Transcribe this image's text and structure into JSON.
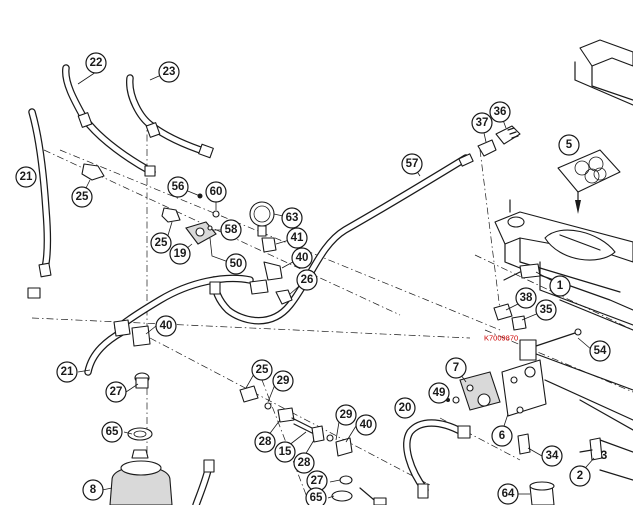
{
  "callouts": {
    "c22": "22",
    "c23": "23",
    "c21a": "21",
    "c25a": "25",
    "c56": "56",
    "c60": "60",
    "c25b": "25",
    "c19": "19",
    "c58": "58",
    "c50": "50",
    "c63": "63",
    "c41": "41",
    "c40a": "40",
    "c26": "26",
    "c57": "57",
    "c37": "37",
    "c36": "36",
    "c5": "5",
    "c1": "1",
    "c38": "38",
    "c35": "35",
    "c54": "54",
    "c40b": "40",
    "c21b": "21",
    "c27a": "27",
    "c65a": "65",
    "c8": "8",
    "c25c": "25",
    "c29a": "29",
    "c28a": "28",
    "c15": "15",
    "c28b": "28",
    "c29b": "29",
    "c40c": "40",
    "c27b": "27",
    "c65b": "65",
    "c7": "7",
    "c49": "49",
    "c20": "20",
    "c6": "6",
    "c34": "34",
    "c2": "2",
    "c64": "64"
  },
  "plain_labels": {
    "l3": "3"
  },
  "part_code": {
    "text": "K7009870",
    "color": "#cc0000"
  },
  "colors": {
    "line": "#1a1a1a",
    "background": "#ffffff",
    "accent": "#cc0000"
  }
}
